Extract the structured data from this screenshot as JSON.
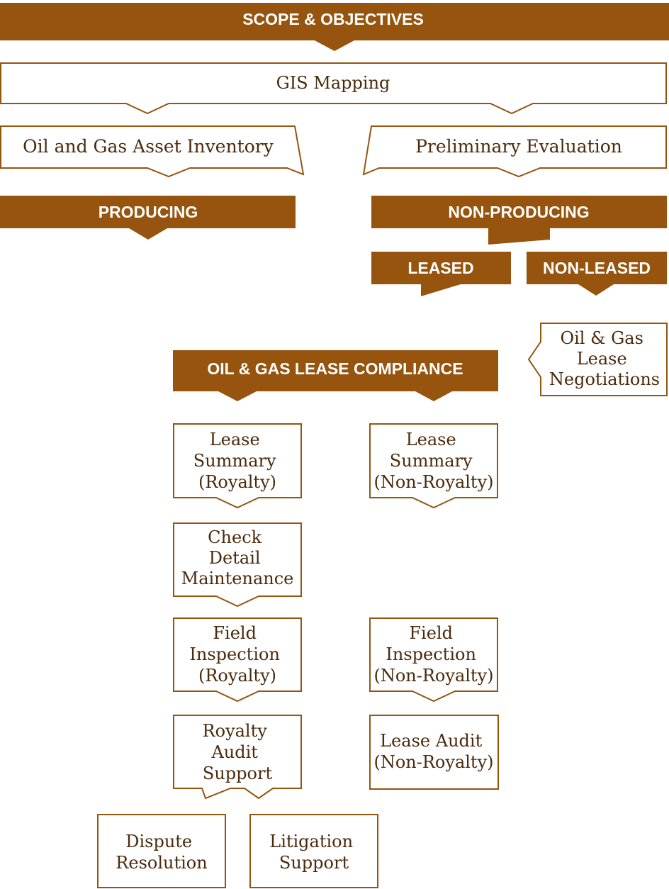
{
  "colors": {
    "accent": "#96540f",
    "text": "#4a2a0c",
    "background": "#ffffff"
  },
  "header": {
    "scope_label": "SCOPE & OBJECTIVES"
  },
  "gis": {
    "label": "GIS  Mapping"
  },
  "inventory": {
    "label": "Oil and Gas Asset Inventory"
  },
  "evaluation": {
    "label": "Preliminary Evaluation"
  },
  "producing": {
    "label": "PRODUCING"
  },
  "non_producing": {
    "label": "NON-PRODUCING"
  },
  "leased": {
    "label": "LEASED"
  },
  "non_leased": {
    "label": "NON-LEASED"
  },
  "negotiations": {
    "lines": [
      "Oil & Gas",
      "Lease",
      "Negotiations"
    ]
  },
  "compliance": {
    "label": "OIL & GAS LEASE COMPLIANCE"
  },
  "royalty_column": {
    "lease_summary": [
      "Lease",
      "Summary",
      "(Royalty)"
    ],
    "check_detail": [
      "Check",
      "Detail",
      "Maintenance"
    ],
    "field_inspection": [
      "Field",
      "Inspection",
      "(Royalty)"
    ],
    "audit_support": [
      "Royalty",
      "Audit",
      "Support"
    ]
  },
  "non_royalty_column": {
    "lease_summary": [
      "Lease",
      "Summary",
      "(Non-Royalty)"
    ],
    "field_inspection": [
      "Field",
      "Inspection",
      "(Non-Royalty)"
    ],
    "lease_audit": [
      "Lease Audit",
      "(Non-Royalty)"
    ]
  },
  "outcomes": {
    "dispute": [
      "Dispute",
      "Resolution"
    ],
    "litigation": [
      "Litigation",
      "Support"
    ]
  }
}
